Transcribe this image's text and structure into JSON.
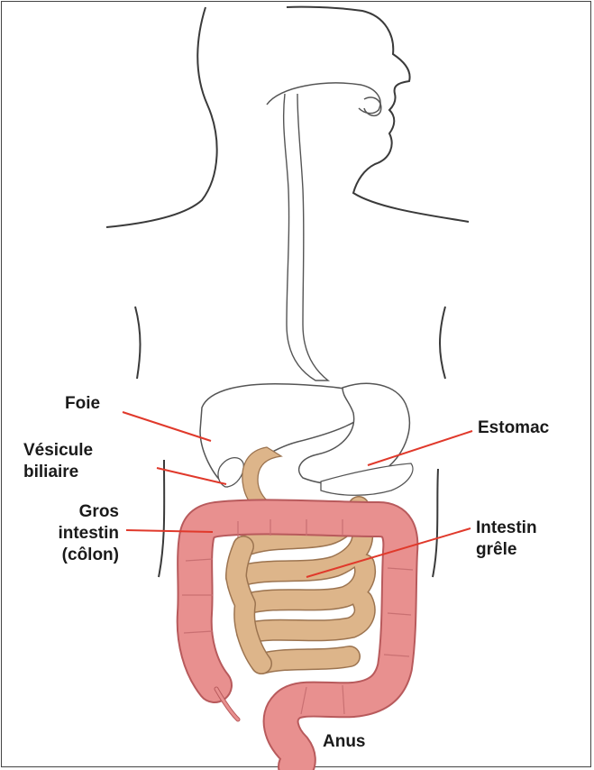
{
  "labels": {
    "foie": "Foie",
    "vesicule": [
      "Vésicule",
      "biliaire"
    ],
    "gros_intestin": [
      "Gros",
      "intestin",
      "(côlon)"
    ],
    "estomac": "Estomac",
    "intestin_grele": [
      "Intestin",
      "grêle"
    ],
    "anus": "Anus"
  },
  "colors": {
    "outline": "#3a3a3a",
    "leader_line": "#e0392b",
    "large_intestine": "#e8908f",
    "large_intestine_edge": "#b85a5c",
    "small_intestine": "#ddb58a",
    "small_intestine_edge": "#9c7450"
  }
}
